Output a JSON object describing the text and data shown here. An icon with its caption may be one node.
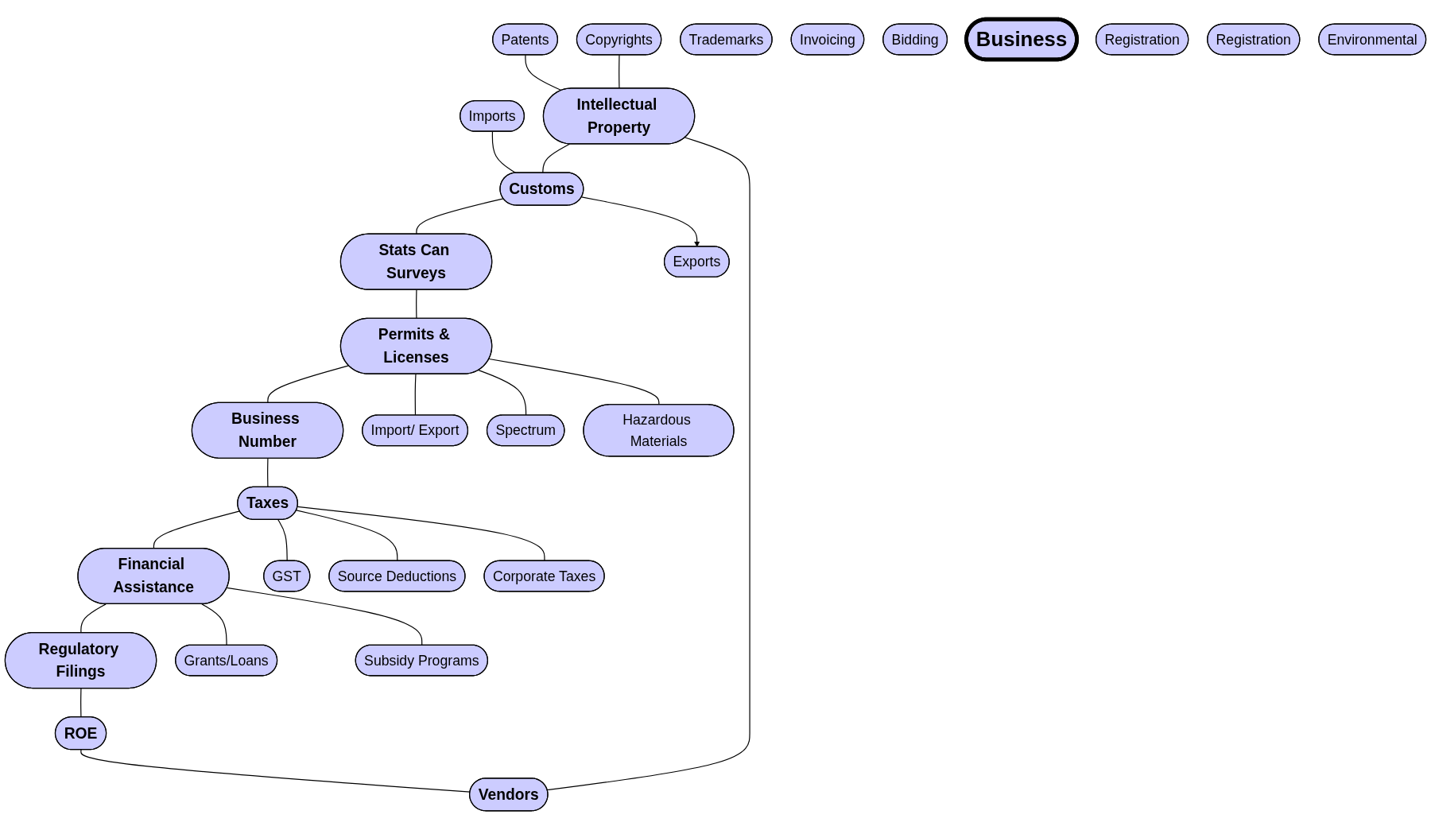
{
  "diagram": {
    "nodes": [
      {
        "text": [
          "Copyrights"
        ]
      },
      {
        "text": [
          "Imports"
        ]
      },
      {
        "text": [
          "Exports"
        ]
      },
      {
        "text": [
          "Patents"
        ]
      },
      {
        "text": [
          "Customs"
        ]
      },
      {
        "text": [
          "Stats Can Surveys"
        ]
      },
      {
        "text": [
          "Trademarks"
        ]
      },
      {
        "text": [
          "Import/ Export"
        ]
      },
      {
        "text": [
          "Intellectual Property"
        ]
      },
      {
        "text": [
          "Spectrum"
        ]
      },
      {
        "text": [
          "Permits & Licenses"
        ]
      },
      {
        "text": [
          "Invoicing"
        ]
      },
      {
        "text": [
          "Hazardous Materials"
        ]
      },
      {
        "text": [
          "Bidding"
        ]
      },
      {
        "text": [
          "Vendors"
        ]
      },
      {
        "text": [
          "Business"
        ]
      },
      {
        "text": [
          "Registration"
        ]
      },
      {
        "text": [
          "Business Number"
        ]
      },
      {
        "text": [
          "ROE"
        ]
      },
      {
        "text": [
          "Registration"
        ]
      },
      {
        "text": [
          "Taxes"
        ]
      },
      {
        "text": [
          "Regulatory Filings"
        ]
      },
      {
        "text": [
          "GST"
        ]
      },
      {
        "text": [
          "Environmental"
        ]
      },
      {
        "text": [
          "Financial Assistance"
        ]
      },
      {
        "text": [
          "Source Deductions"
        ]
      },
      {
        "text": [
          "Corporate Taxes"
        ]
      },
      {
        "text": [
          "Grants/Loans"
        ]
      },
      {
        "text": [
          "Subsidy Programs"
        ]
      }
    ],
    "edges": [
      {
        "from": 14,
        "to": 8,
        "arrow": "none"
      },
      {
        "from": 8,
        "to": 4,
        "arrow": "none"
      },
      {
        "from": 4,
        "to": 5,
        "arrow": "none"
      },
      {
        "from": 5,
        "to": 10,
        "arrow": "none"
      },
      {
        "from": 10,
        "to": 17,
        "arrow": "none"
      },
      {
        "from": 17,
        "to": 20,
        "arrow": "none"
      },
      {
        "from": 20,
        "to": 24,
        "arrow": "none"
      },
      {
        "from": 24,
        "to": 21,
        "arrow": "none"
      },
      {
        "from": 21,
        "to": 18,
        "arrow": "none"
      },
      {
        "from": 18,
        "to": 14,
        "arrow": "none"
      },
      {
        "from": 3,
        "to": 8,
        "arrow": "none"
      },
      {
        "from": 0,
        "to": 8,
        "arrow": "none"
      },
      {
        "from": 1,
        "to": 4,
        "arrow": "none"
      },
      {
        "from": 4,
        "to": 2,
        "arrow": "to"
      },
      {
        "from": 10,
        "to": 7,
        "arrow": "none"
      },
      {
        "from": 10,
        "to": 9,
        "arrow": "none"
      },
      {
        "from": 10,
        "to": 12,
        "arrow": "none"
      },
      {
        "from": 20,
        "to": 22,
        "arrow": "none"
      },
      {
        "from": 20,
        "to": 25,
        "arrow": "none"
      },
      {
        "from": 20,
        "to": 26,
        "arrow": "none"
      },
      {
        "from": 24,
        "to": 27,
        "arrow": "none"
      },
      {
        "from": 24,
        "to": 28,
        "arrow": "none"
      }
    ]
  }
}
